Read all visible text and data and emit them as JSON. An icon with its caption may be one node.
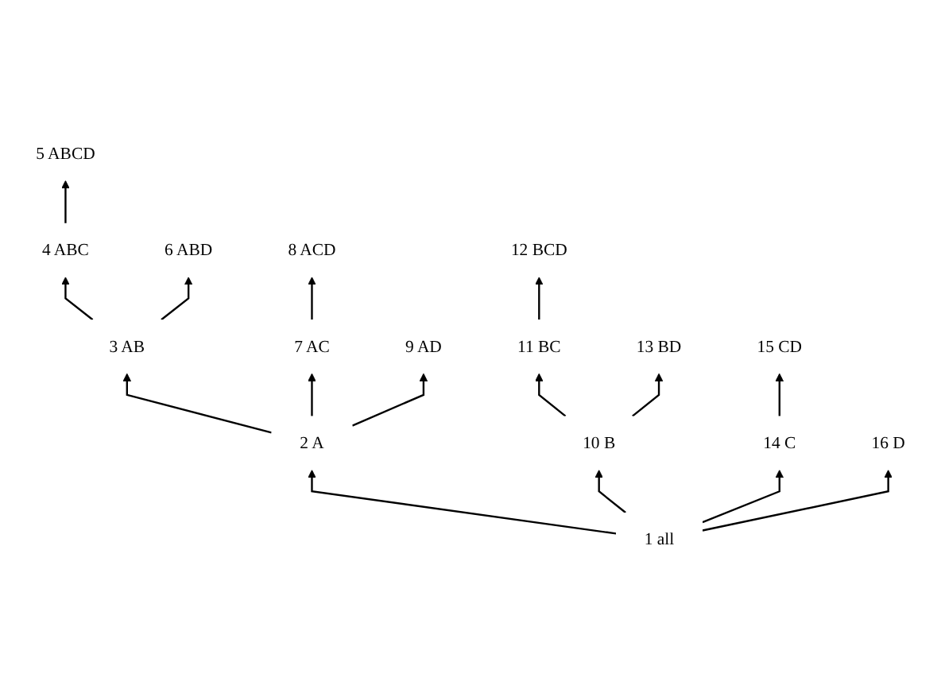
{
  "diagram": {
    "nodes": [
      {
        "text": [
          "5 ABCD"
        ]
      },
      {
        "text": [
          "4 ABC"
        ]
      },
      {
        "text": [
          "6 ABD"
        ]
      },
      {
        "text": [
          "8 ACD"
        ]
      },
      {
        "text": [
          "12 BCD"
        ]
      },
      {
        "text": [
          "3 AB"
        ]
      },
      {
        "text": [
          "7 AC"
        ]
      },
      {
        "text": [
          "9 AD"
        ]
      },
      {
        "text": [
          "11 BC"
        ]
      },
      {
        "text": [
          "13 BD"
        ]
      },
      {
        "text": [
          "15 CD"
        ]
      },
      {
        "text": [
          "2 A"
        ]
      },
      {
        "text": [
          "10 B"
        ]
      },
      {
        "text": [
          "14 C"
        ]
      },
      {
        "text": [
          "16 D"
        ]
      },
      {
        "text": [
          "1 all"
        ]
      }
    ],
    "edges": [
      {
        "from": 15,
        "to": 11,
        "arrow": "to"
      },
      {
        "from": 15,
        "to": 12,
        "arrow": "to"
      },
      {
        "from": 15,
        "to": 13,
        "arrow": "to"
      },
      {
        "from": 15,
        "to": 14,
        "arrow": "to"
      },
      {
        "from": 11,
        "to": 5,
        "arrow": "to"
      },
      {
        "from": 11,
        "to": 6,
        "arrow": "to"
      },
      {
        "from": 11,
        "to": 7,
        "arrow": "to"
      },
      {
        "from": 12,
        "to": 8,
        "arrow": "to"
      },
      {
        "from": 12,
        "to": 9,
        "arrow": "to"
      },
      {
        "from": 13,
        "to": 10,
        "arrow": "to"
      },
      {
        "from": 5,
        "to": 1,
        "arrow": "to"
      },
      {
        "from": 5,
        "to": 2,
        "arrow": "to"
      },
      {
        "from": 6,
        "to": 3,
        "arrow": "to"
      },
      {
        "from": 8,
        "to": 4,
        "arrow": "to"
      },
      {
        "from": 1,
        "to": 0,
        "arrow": "to"
      }
    ]
  }
}
